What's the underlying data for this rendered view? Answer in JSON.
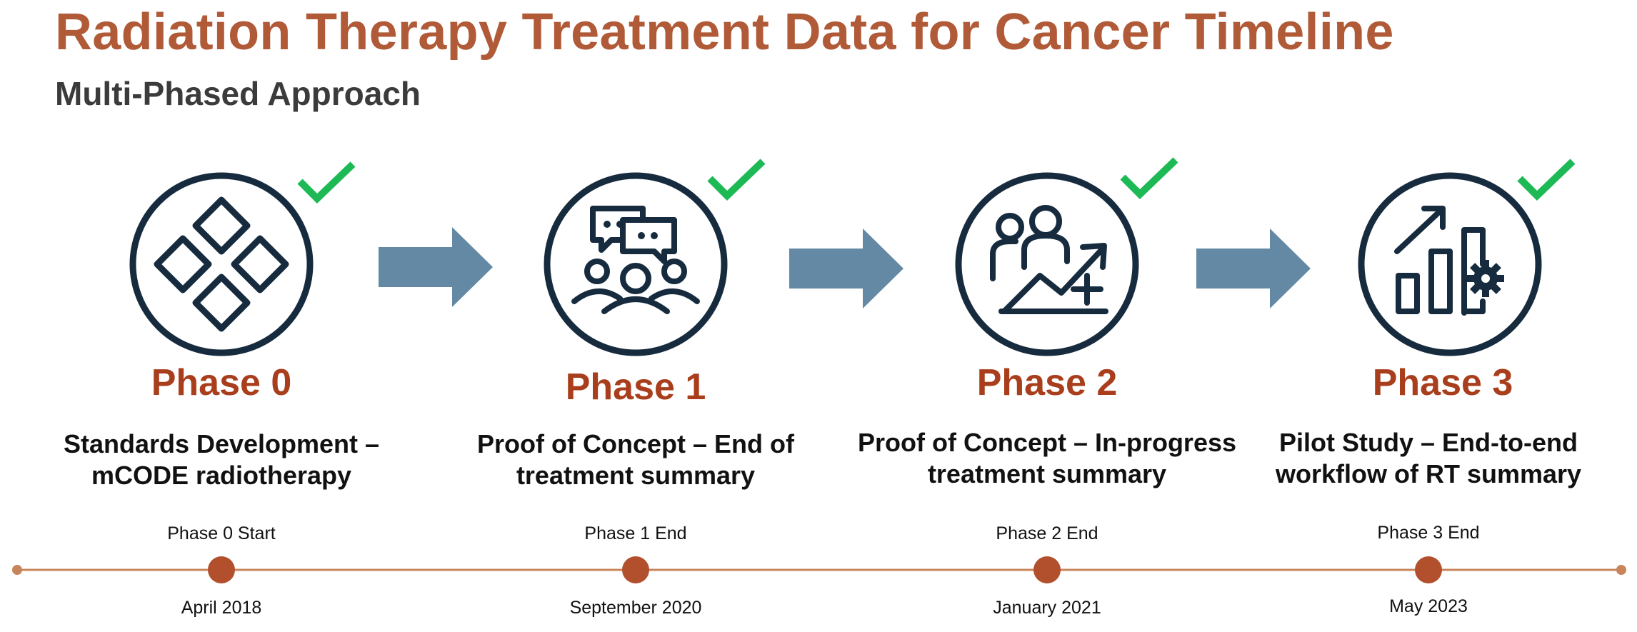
{
  "header": {
    "title": "Radiation Therapy Treatment Data for Cancer Timeline",
    "subtitle": "Multi-Phased Approach"
  },
  "colors": {
    "title": "#B05A38",
    "subtitle": "#3B3B3B",
    "phase_label": "#A93E1C",
    "icon_stroke": "#172B3E",
    "check": "#1DB954",
    "arrow": "#6389A5",
    "timeline": "#C8845A",
    "timeline_dot": "#B2502E"
  },
  "phases": [
    {
      "label": "Phase 0",
      "description": "Standards Development – mCODE radiotherapy",
      "icon": "diamond-grid-icon",
      "status": "complete",
      "marker_label": "Phase 0 Start",
      "date": "April 2018"
    },
    {
      "label": "Phase 1",
      "description": "Proof of Concept – End of treatment summary",
      "icon": "discussion-group-icon",
      "status": "complete",
      "marker_label": "Phase 1 End",
      "date": "September 2020"
    },
    {
      "label": "Phase 2",
      "description": "Proof of Concept – In-progress treatment summary",
      "icon": "growth-people-icon",
      "status": "complete",
      "marker_label": "Phase 2 End",
      "date": "January 2021"
    },
    {
      "label": "Phase 3",
      "description": "Pilot Study – End-to-end workflow of RT summary",
      "icon": "bar-chart-gear-icon",
      "status": "complete",
      "marker_label": "Phase 3 End",
      "date": "May 2023"
    }
  ]
}
